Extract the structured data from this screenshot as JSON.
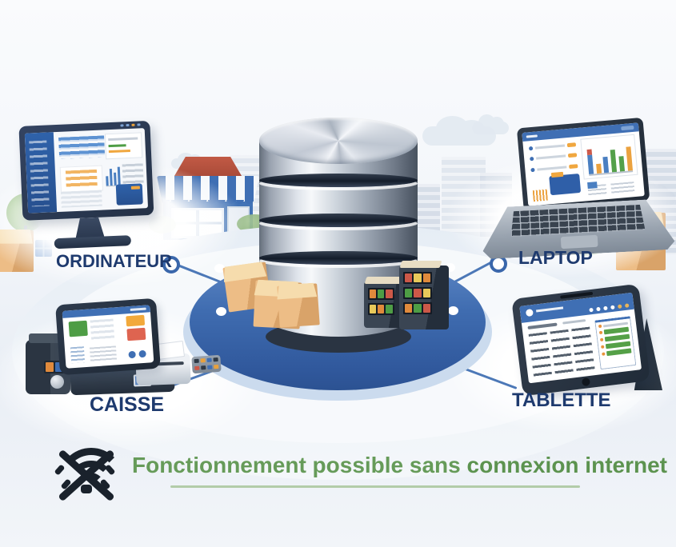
{
  "illustration": {
    "devices": [
      {
        "id": "ordinateur",
        "label": "ORDINATEUR"
      },
      {
        "id": "laptop",
        "label": "LAPTOP"
      },
      {
        "id": "caisse",
        "label": "CAISSE"
      },
      {
        "id": "tablette",
        "label": "TABLETTE"
      }
    ],
    "tagline": {
      "regular": "Fonctionnement possible sans",
      "bold": "connexion internet"
    },
    "icons": {
      "offline": "wifi-off-icon",
      "center": "database-cylinder"
    },
    "colors": {
      "label_navy": "#1E3A6E",
      "tagline_green": "#669B59",
      "platform_blue": "#3E6CB0",
      "connector_blue": "#4C78B7",
      "carton_tan": "#E5B17B",
      "awning_blue": "#3F6FB4",
      "roof_red": "#B5503E",
      "metal_light": "#E8EBF1",
      "metal_dark": "#5A6470"
    }
  }
}
